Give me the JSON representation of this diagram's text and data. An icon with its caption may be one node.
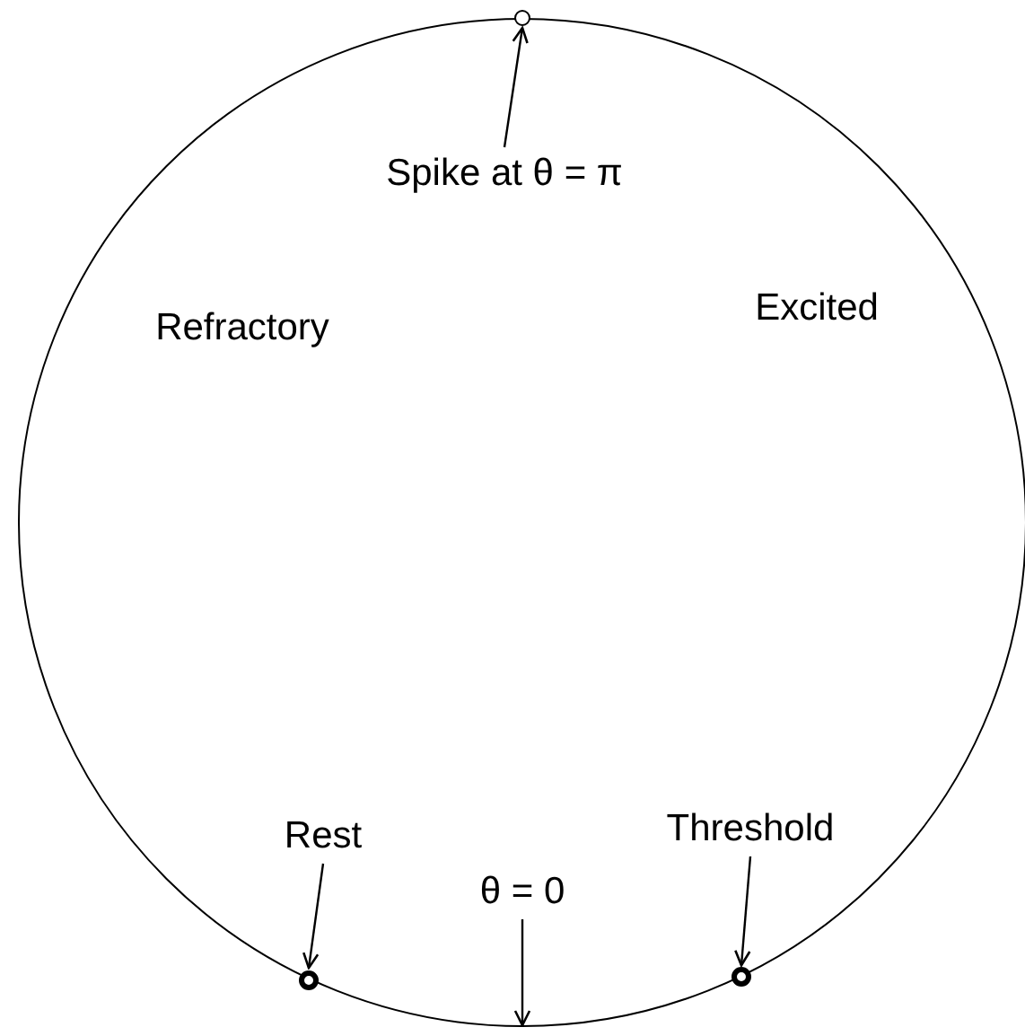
{
  "diagram": {
    "nodes": [
      {
        "text": [],
        "shape": "circle"
      },
      {
        "text": [],
        "shape": "circle"
      },
      {
        "text": [
          "Spike at θ = π"
        ],
        "in": 0
      },
      {
        "text": [
          "Rest"
        ],
        "in": 0
      },
      {
        "text": [
          "θ = 0"
        ],
        "in": 0
      },
      {
        "text": [
          "Threshold"
        ],
        "in": 0
      },
      {
        "text": [],
        "shape": "circle"
      },
      {
        "text": [],
        "shape": "circle"
      }
    ],
    "edges": [
      {
        "from": 2,
        "to": 1,
        "arrow": "to"
      },
      {
        "from": 3,
        "to": 6,
        "arrow": "to"
      },
      {
        "from": 4,
        "to": null,
        "arrow": "to"
      },
      {
        "from": 5,
        "to": 7,
        "arrow": "to"
      }
    ],
    "labels": [
      "Refractory",
      "Excited"
    ]
  }
}
